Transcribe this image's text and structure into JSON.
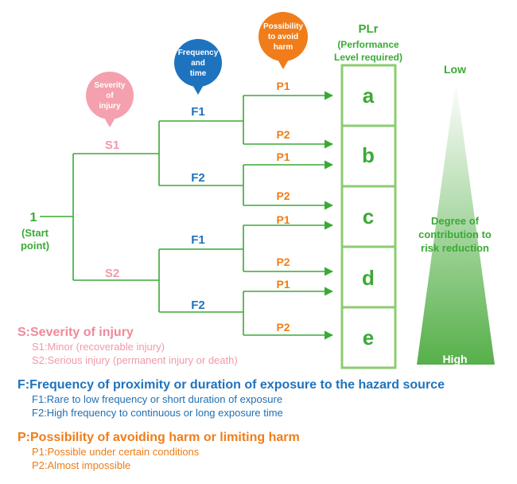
{
  "colors": {
    "green": "#3aaa35",
    "pink": "#f09aa8",
    "blue": "#1e73be",
    "orange": "#f07d1a"
  },
  "start": {
    "number": "1",
    "label_line1": "(Start",
    "label_line2": "point)"
  },
  "bubbles": {
    "severity": [
      "Severity",
      "of",
      "injury"
    ],
    "frequency": [
      "Frequency",
      "and",
      "time"
    ],
    "possibility": [
      "Possibility",
      "to avoid",
      "harm"
    ]
  },
  "plr": {
    "title": "PLr",
    "subtitle_line1": "(Performance",
    "subtitle_line2": "Level required)"
  },
  "branch_labels": {
    "s1": "S1",
    "s2": "S2",
    "f1_top": "F1",
    "f2_top": "F2",
    "f1_bottom": "F1",
    "f2_bottom": "F2",
    "p": [
      "P1",
      "P2",
      "P1",
      "P2",
      "P1",
      "P2",
      "P1",
      "P2"
    ]
  },
  "levels": [
    "a",
    "b",
    "c",
    "d",
    "e"
  ],
  "gradient": {
    "low": "Low",
    "high": "High",
    "caption_line1": "Degree of",
    "caption_line2": "contribution to",
    "caption_line3": "risk reduction"
  },
  "legend": {
    "s": {
      "heading": "S:Severity of injury",
      "items": [
        "S1:Minor (recoverable injury)",
        "S2:Serious injury (permanent injury or death)"
      ]
    },
    "f": {
      "heading": "F:Frequency of proximity or duration of exposure to the hazard source",
      "items": [
        "F1:Rare to low frequency or short duration of exposure",
        "F2:High frequency to continuous or long exposure time"
      ]
    },
    "p": {
      "heading": "P:Possibility of avoiding harm or limiting harm",
      "items": [
        "P1:Possible under certain conditions",
        "P2:Almost impossible"
      ]
    }
  }
}
